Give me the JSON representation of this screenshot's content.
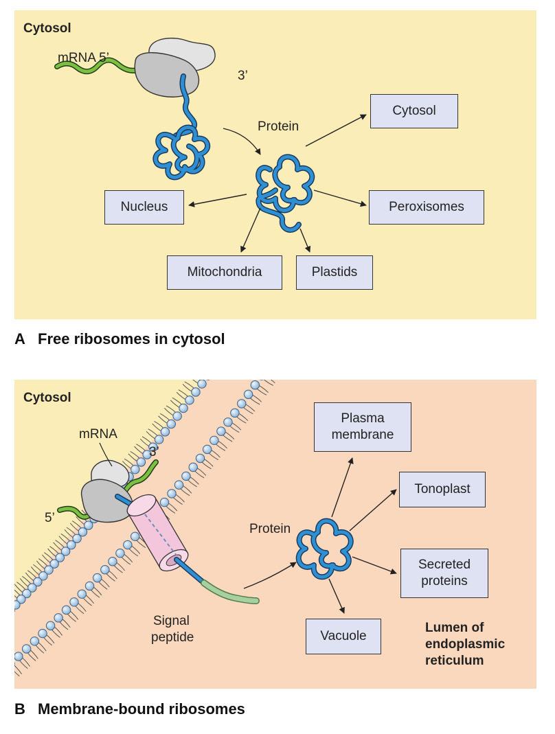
{
  "panel_a": {
    "region_label": "Cytosol",
    "mrna_5_label": "mRNA 5’",
    "mrna_3_label": "3’",
    "protein_label": "Protein",
    "destinations": {
      "cytosol": "Cytosol",
      "nucleus": "Nucleus",
      "peroxisomes": "Peroxisomes",
      "mitochondria": "Mitochondria",
      "plastids": "Plastids"
    },
    "caption_letter": "A",
    "caption_text": "Free ribosomes in cytosol"
  },
  "panel_b": {
    "region_label": "Cytosol",
    "mrna_label": "mRNA",
    "mrna_3_label": "3’",
    "mrna_5_label": "5’",
    "protein_label": "Protein",
    "signal_peptide_line1": "Signal",
    "signal_peptide_line2": "peptide",
    "lumen_line1": "Lumen of",
    "lumen_line2": "endoplasmic",
    "lumen_line3": "reticulum",
    "destinations": {
      "plasma_line1": "Plasma",
      "plasma_line2": "membrane",
      "tonoplast": "Tonoplast",
      "secreted_line1": "Secreted",
      "secreted_line2": "proteins",
      "vacuole": "Vacuole"
    },
    "caption_letter": "B",
    "caption_text": "Membrane-bound ribosomes"
  },
  "colors": {
    "cytosol_background": "#fbedb8",
    "lumen_background": "#fad8bd",
    "box_fill": "#dfe2f2",
    "protein_blue": "#2f8fd3",
    "mrna_green": "#7cc043",
    "signal_peptide_green": "#a8cfa0",
    "ribosome_gray": "#c9c9c9",
    "translocon_pink": "#f3c6dc",
    "lipid_head_blue": "#b9d6f0"
  },
  "icons": [
    "ribosome-icon",
    "folded-protein-icon",
    "translocon-channel-icon",
    "lipid-bilayer-icon"
  ]
}
